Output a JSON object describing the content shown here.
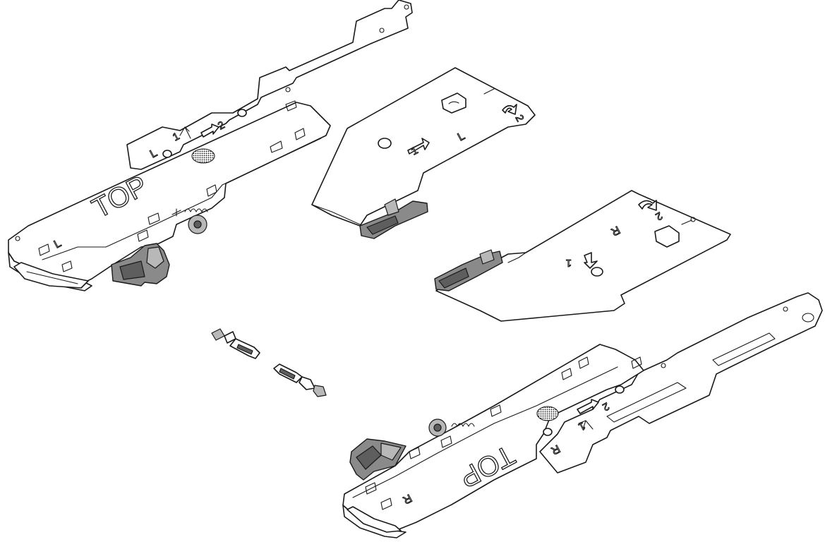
{
  "labels": {
    "top_left": "TOP",
    "top_right": "TOP",
    "side_left_runner": "L",
    "side_left_plate": "L",
    "side_right_plate": "R",
    "side_right_runner": "R",
    "step_one": "1",
    "step_two": "2"
  },
  "colors": {
    "outline": "#1a1a1a",
    "fill": "#ffffff",
    "plastic": "#8a8a8a",
    "plastic_dark": "#5e5e5e"
  }
}
